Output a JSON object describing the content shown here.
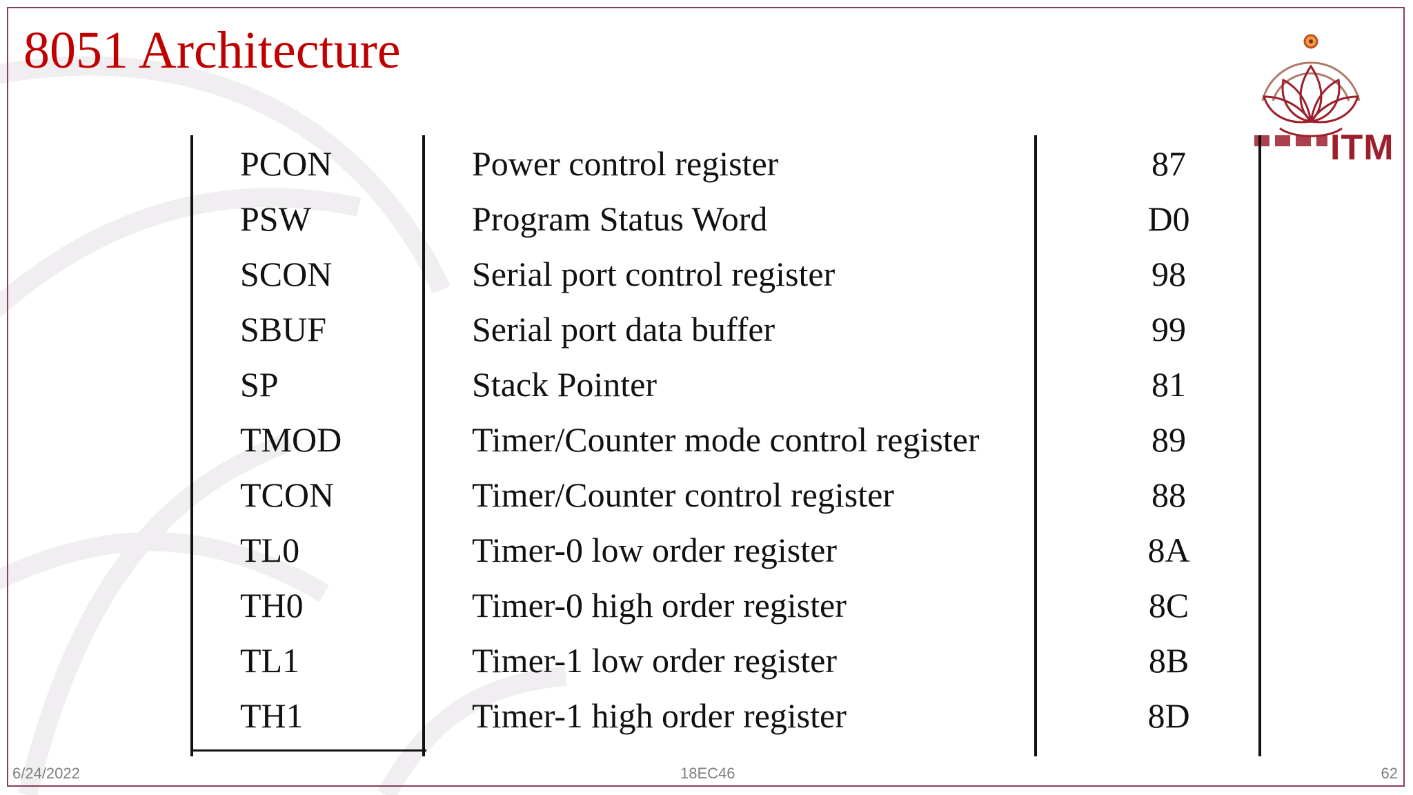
{
  "slide": {
    "title": "8051 Architecture",
    "logo_text": "ITM",
    "footer": {
      "date": "6/24/2022",
      "course_code": "18EC46",
      "page_number": "62"
    }
  },
  "table": {
    "rows": [
      {
        "name": "PCON",
        "description": "Power control register",
        "address": "87"
      },
      {
        "name": "PSW",
        "description": "Program Status Word",
        "address": "D0"
      },
      {
        "name": "SCON",
        "description": "Serial port control register",
        "address": "98"
      },
      {
        "name": "SBUF",
        "description": "Serial port data buffer",
        "address": "99"
      },
      {
        "name": "SP",
        "description": "Stack Pointer",
        "address": "81"
      },
      {
        "name": "TMOD",
        "description": "Timer/Counter mode control register",
        "address": "89"
      },
      {
        "name": "TCON",
        "description": "Timer/Counter control register",
        "address": "88"
      },
      {
        "name": "TL0",
        "description": "Timer-0 low order register",
        "address": "8A"
      },
      {
        "name": "TH0",
        "description": "Timer-0 high order register",
        "address": "8C"
      },
      {
        "name": "TL1",
        "description": "Timer-1 low order register",
        "address": "8B"
      },
      {
        "name": "TH1",
        "description": "Timer-1 high order register",
        "address": "8D"
      }
    ]
  },
  "colors": {
    "title": "#c00000",
    "frame": "#8b3a5a",
    "logo": "#9c1f2c",
    "footer_text": "#7f7f7f"
  }
}
